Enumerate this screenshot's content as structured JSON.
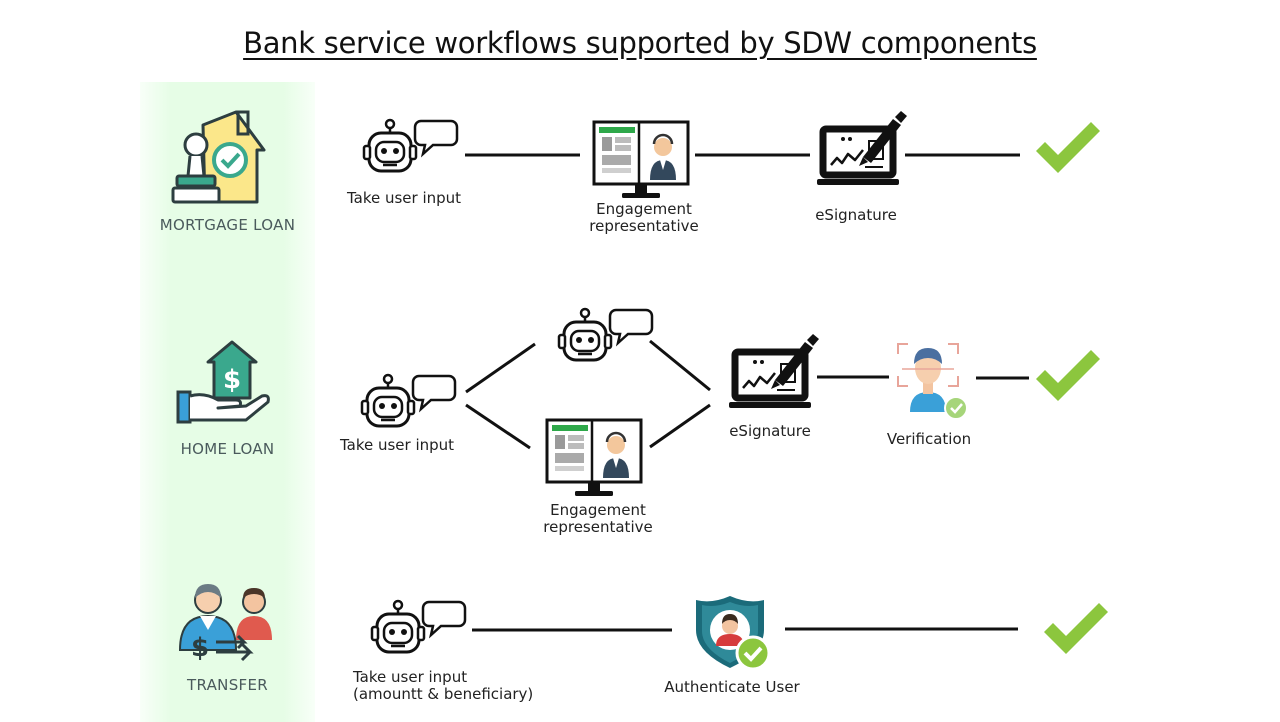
{
  "title": "Bank service workflows supported by SDW components",
  "colors": {
    "band": "#e6fde6",
    "check": "#8cc63e",
    "teal": "#3aa88d",
    "house_yellow": "#fbe78a",
    "line": "#111111"
  },
  "rows": [
    {
      "category": "MORTGAGE LOAN",
      "category_icon": "mortgage-house-icon",
      "steps": [
        {
          "icon": "chatbot-icon",
          "label": "Take user input"
        },
        {
          "icon": "engagement-representative-icon",
          "label_line1": "Engagement",
          "label_line2": "representative"
        },
        {
          "icon": "esignature-icon",
          "label": "eSignature"
        },
        {
          "icon": "checkmark-icon"
        }
      ]
    },
    {
      "category": "HOME LOAN",
      "category_icon": "home-loan-icon",
      "steps": [
        {
          "icon": "chatbot-icon",
          "label": "Take user input"
        },
        {
          "icon": "chatbot-icon"
        },
        {
          "icon": "engagement-representative-icon",
          "label_line1": "Engagement",
          "label_line2": "representative"
        },
        {
          "icon": "esignature-icon",
          "label": "eSignature"
        },
        {
          "icon": "face-verification-icon",
          "label": "Verification"
        },
        {
          "icon": "checkmark-icon"
        }
      ]
    },
    {
      "category": "TRANSFER",
      "category_icon": "money-transfer-icon",
      "steps": [
        {
          "icon": "chatbot-icon",
          "label_line1": "Take user input",
          "label_line2": "(amountt & beneficiary)"
        },
        {
          "icon": "authenticate-user-icon",
          "label": "Authenticate User"
        },
        {
          "icon": "checkmark-icon"
        }
      ]
    }
  ]
}
